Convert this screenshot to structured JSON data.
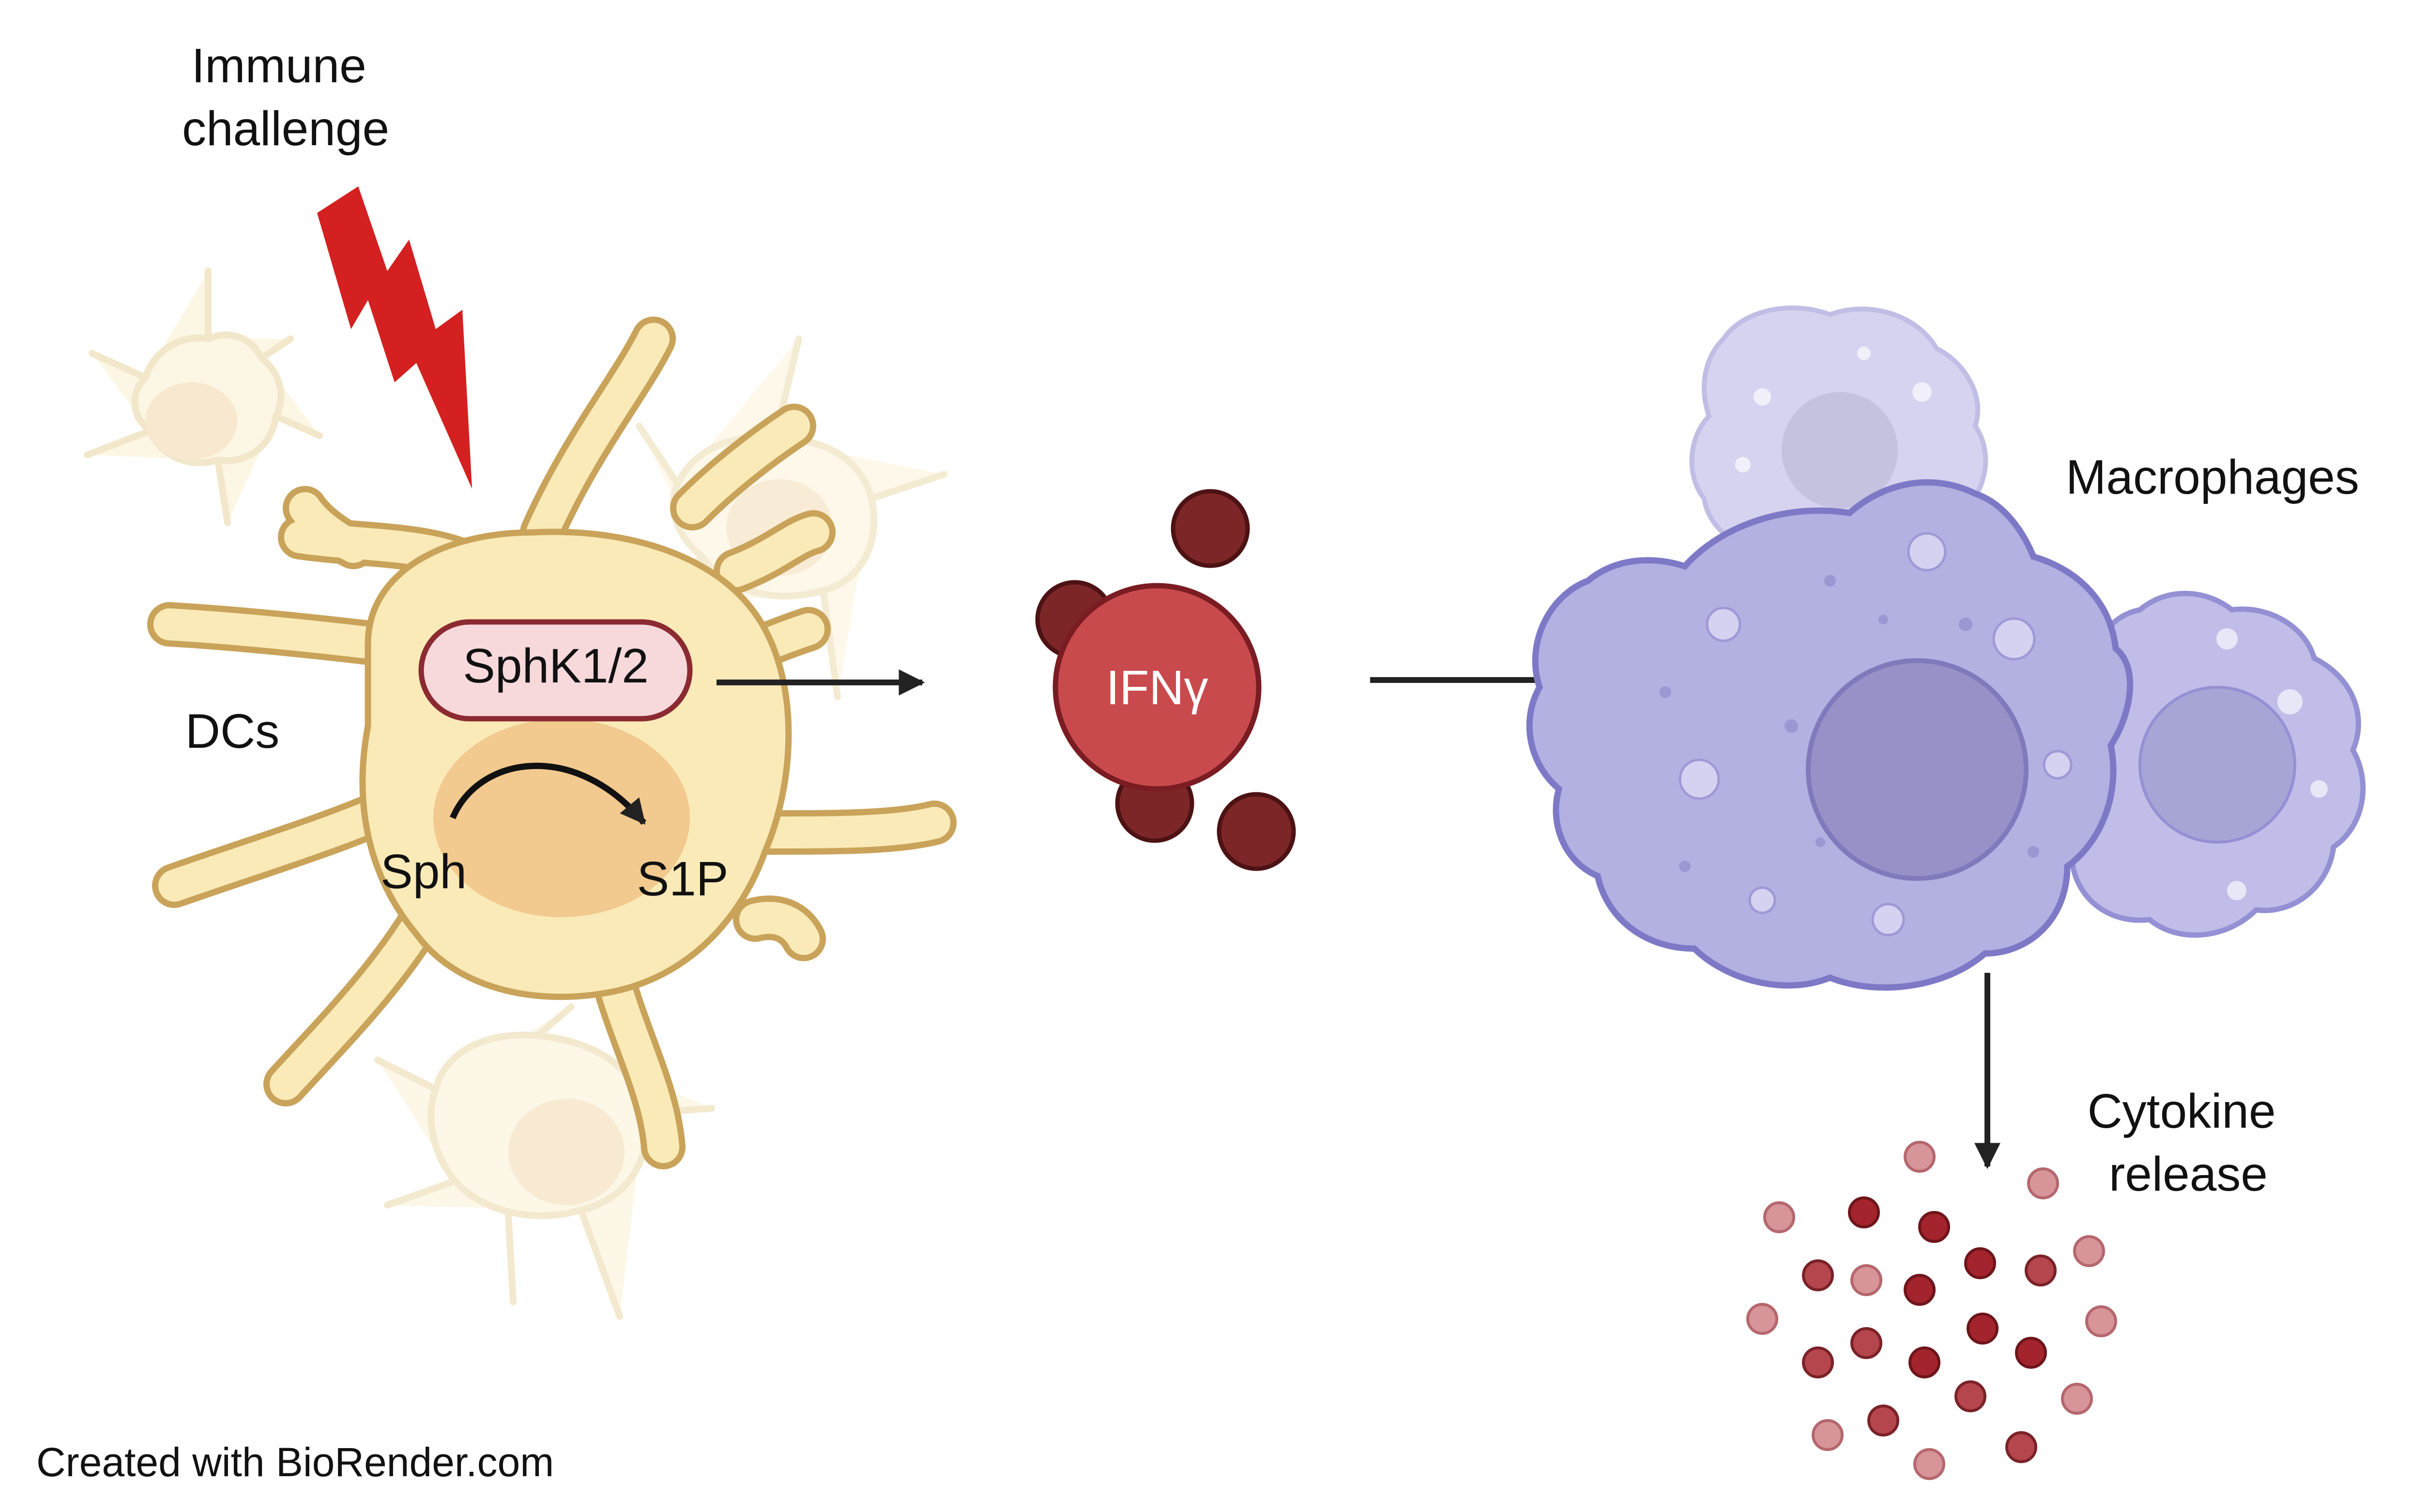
{
  "labels": {
    "immune_line1": "Immune",
    "immune_line2": "challenge",
    "dcs": "DCs",
    "enzyme": "SphK1/2",
    "substrate": "Sph",
    "product": "S1P",
    "cytokine": "IFNγ",
    "macrophages": "Macrophages",
    "release_line1": "Cytokine",
    "release_line2": "release",
    "credit": "Created with BioRender.com"
  },
  "icons": {
    "lightning": "lightning-bolt-icon",
    "dc": "dendritic-cell-icon",
    "macrophage": "macrophage-cell-icon",
    "particle": "cytokine-particle-icon"
  },
  "colors": {
    "text": "#111111",
    "lightning": "#d42020",
    "dc_fill": "#faeab8",
    "dc_stroke": "#c9a35a",
    "dc_nucleus": "#f2c98e",
    "enzyme_fill": "#f7d9dc",
    "enzyme_stroke": "#8c2a32",
    "ifng_fill": "#c94a4d",
    "ifng_stroke": "#7a1c22",
    "ifng_small": "#7c2628",
    "macro_fill": "#b3b0e2",
    "macro_stroke": "#7e79c6",
    "macro_nucleus": "#9692c8",
    "particle_dark": "#a3242c",
    "particle_light": "#d7959a",
    "arrow": "#222222"
  }
}
